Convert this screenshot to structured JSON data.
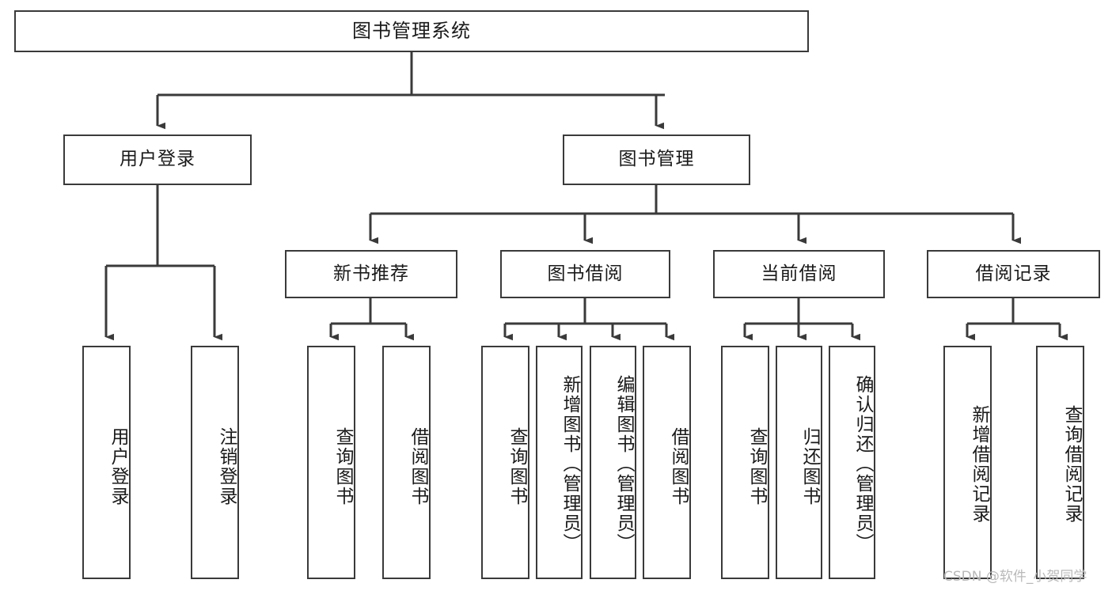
{
  "diagram": {
    "type": "tree-hierarchy",
    "title": "图书管理系统",
    "root": {
      "label": "图书管理系统"
    },
    "level1": [
      {
        "label": "用户登录"
      },
      {
        "label": "图书管理"
      }
    ],
    "level2": [
      {
        "label": "新书推荐"
      },
      {
        "label": "图书借阅"
      },
      {
        "label": "当前借阅"
      },
      {
        "label": "借阅记录"
      }
    ],
    "leaves": {
      "user_login": [
        {
          "label": "用户登录"
        },
        {
          "label": "注销登录"
        }
      ],
      "new_book_recommend": [
        {
          "label": "查询图书"
        },
        {
          "label": "借阅图书"
        }
      ],
      "book_borrow": [
        {
          "label": "查询图书"
        },
        {
          "label": "新增图书（管理员）"
        },
        {
          "label": "编辑图书（管理员）"
        },
        {
          "label": "借阅图书"
        }
      ],
      "current_borrow": [
        {
          "label": "查询图书"
        },
        {
          "label": "归还图书"
        },
        {
          "label": "确认归还（管理员）"
        }
      ],
      "borrow_record": [
        {
          "label": "新增借阅记录"
        },
        {
          "label": "查询借阅记录"
        }
      ]
    }
  },
  "watermark": {
    "text": "CSDN @软件_小贺同学"
  },
  "colors": {
    "stroke": "#3a3a3a",
    "box_fill": "#ffffff",
    "text": "#1a1a1a",
    "watermark": "#b9b9b9",
    "background": "#ffffff"
  }
}
